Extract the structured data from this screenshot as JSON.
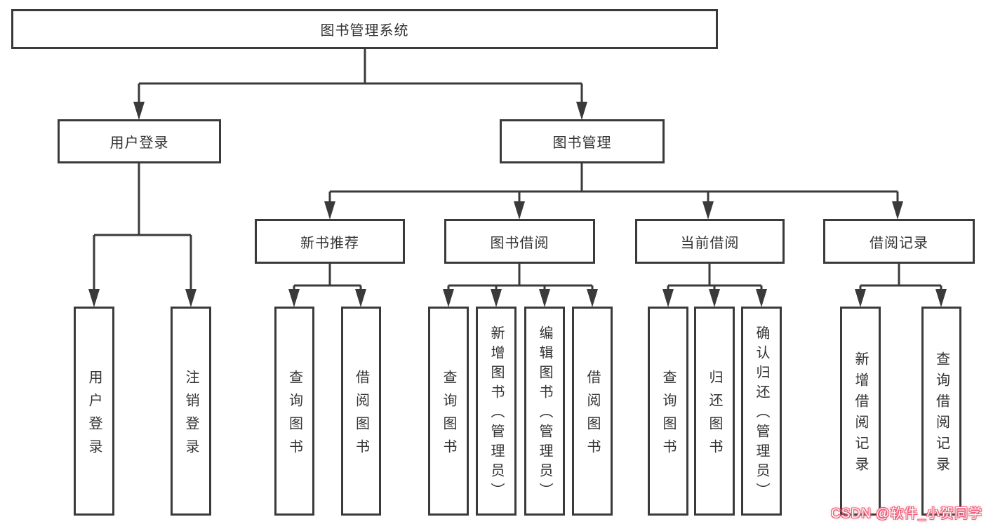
{
  "tree": {
    "root": {
      "label": "图书管理系统"
    },
    "branches": [
      {
        "label": "用户登录",
        "leaves": [
          {
            "label": "用户登录"
          },
          {
            "label": "注销登录"
          }
        ]
      },
      {
        "label": "图书管理",
        "groups": [
          {
            "label": "新书推荐",
            "leaves": [
              {
                "label": "查询图书"
              },
              {
                "label": "借阅图书"
              }
            ]
          },
          {
            "label": "图书借阅",
            "leaves": [
              {
                "label": "查询图书"
              },
              {
                "label": "新增图书（管理员）"
              },
              {
                "label": "编辑图书（管理员）"
              },
              {
                "label": "借阅图书"
              }
            ]
          },
          {
            "label": "当前借阅",
            "leaves": [
              {
                "label": "查询图书"
              },
              {
                "label": "归还图书"
              },
              {
                "label": "确认归还（管理员）"
              }
            ]
          },
          {
            "label": "借阅记录",
            "leaves": [
              {
                "label": "新增借阅记录"
              },
              {
                "label": "查询借阅记录"
              }
            ]
          }
        ]
      }
    ]
  },
  "watermark": {
    "text": "CSDN @软件_小贺同学"
  },
  "colors": {
    "line": "#3a3a3a",
    "box_border": "#3a3a3a",
    "text": "#333333",
    "background": "#ffffff",
    "watermark_text": "#fbfbfb",
    "watermark_accent": "#f25774"
  }
}
